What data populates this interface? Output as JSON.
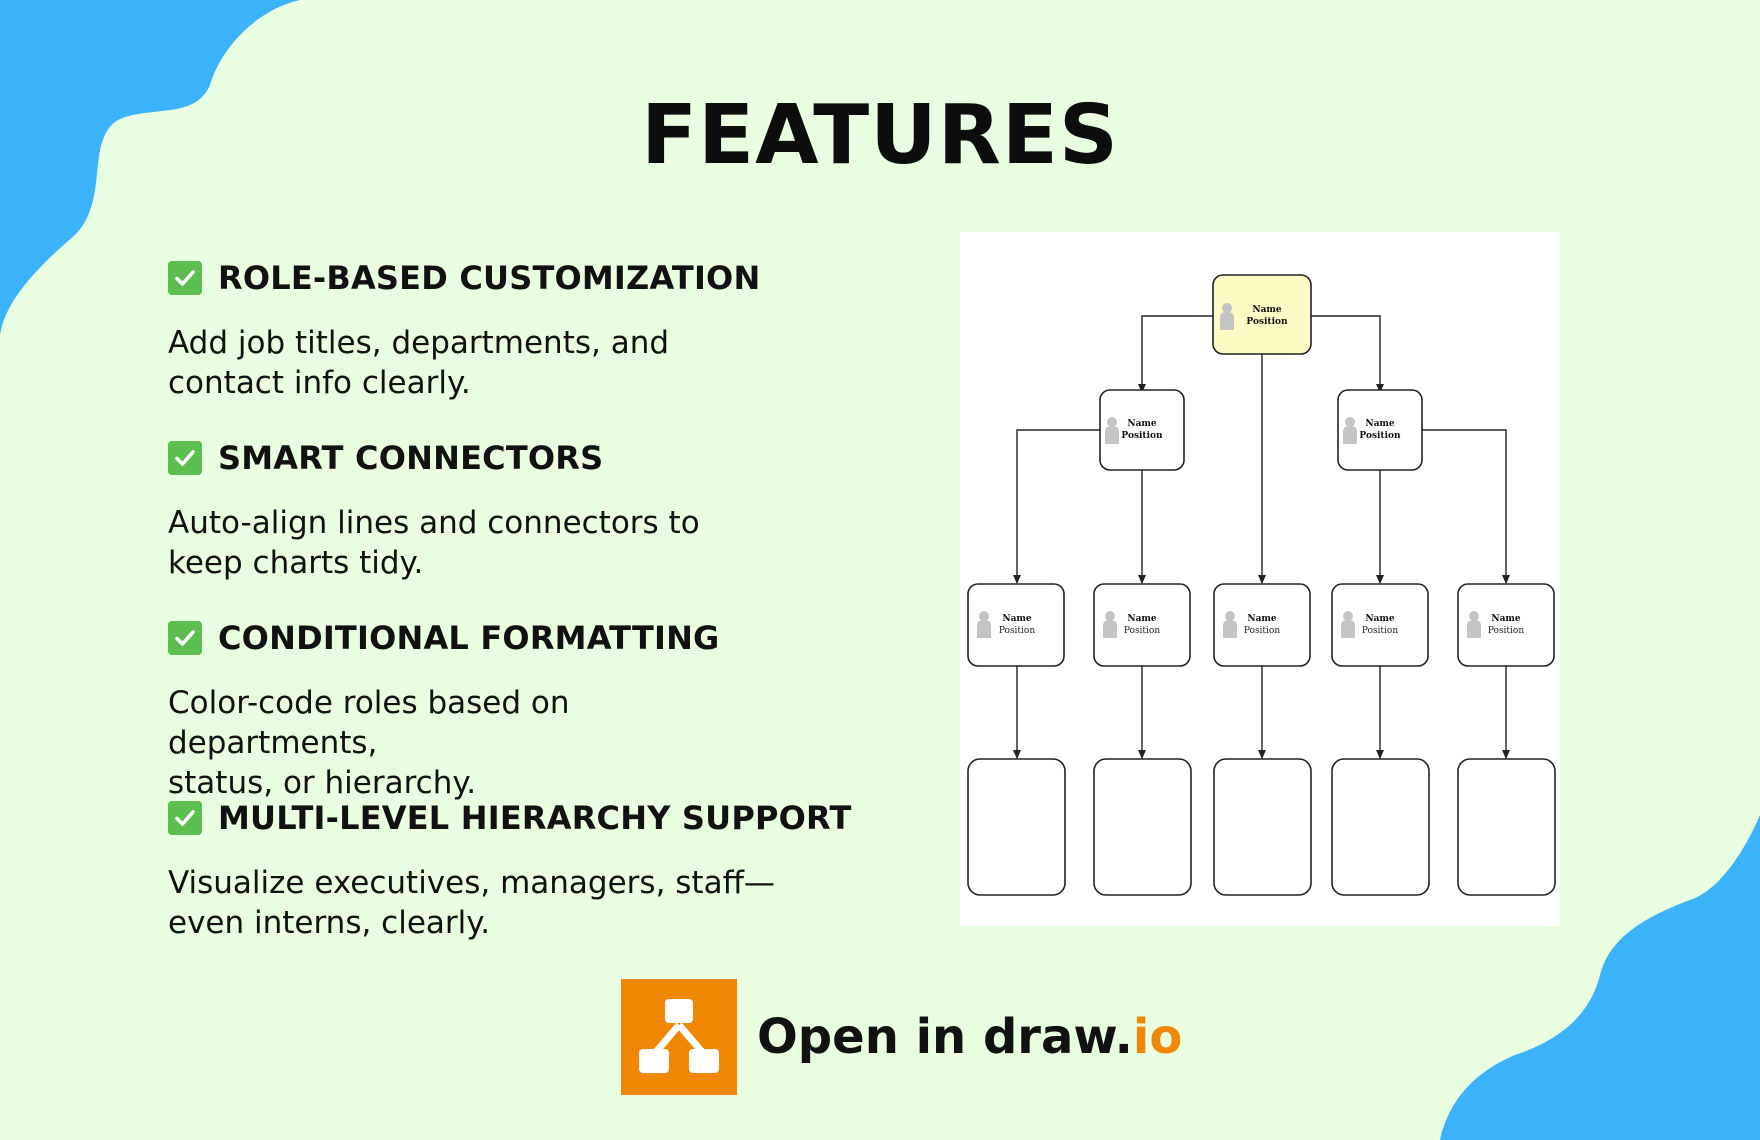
{
  "title": "FEATURES",
  "colors": {
    "background": "#e9fde0",
    "blob": "#3bb3fb",
    "check": "#5bbf4f",
    "brand_orange": "#f08705",
    "root_node_fill": "#fdfbc4"
  },
  "features": [
    {
      "icon": "check-icon",
      "title": "ROLE-BASED CUSTOMIZATION",
      "desc_line1": "Add job titles, departments, and",
      "desc_line2": "contact info clearly."
    },
    {
      "icon": "check-icon",
      "title": "SMART CONNECTORS",
      "desc_line1": "Auto-align lines and connectors to",
      "desc_line2": "keep charts tidy."
    },
    {
      "icon": "check-icon",
      "title": "CONDITIONAL FORMATTING",
      "desc_line1": "Color-code roles based on departments,",
      "desc_line2": "status, or hierarchy."
    },
    {
      "icon": "check-icon",
      "title": "MULTI-LEVEL HIERARCHY SUPPORT",
      "desc_line1": "Visualize executives, managers, staff—",
      "desc_line2": "even interns, clearly."
    }
  ],
  "org_chart": {
    "node_name": "Name",
    "node_position": "Position"
  },
  "footer": {
    "icon": "drawio-logo-icon",
    "open_prefix": "Open in draw.",
    "open_suffix": "io"
  }
}
